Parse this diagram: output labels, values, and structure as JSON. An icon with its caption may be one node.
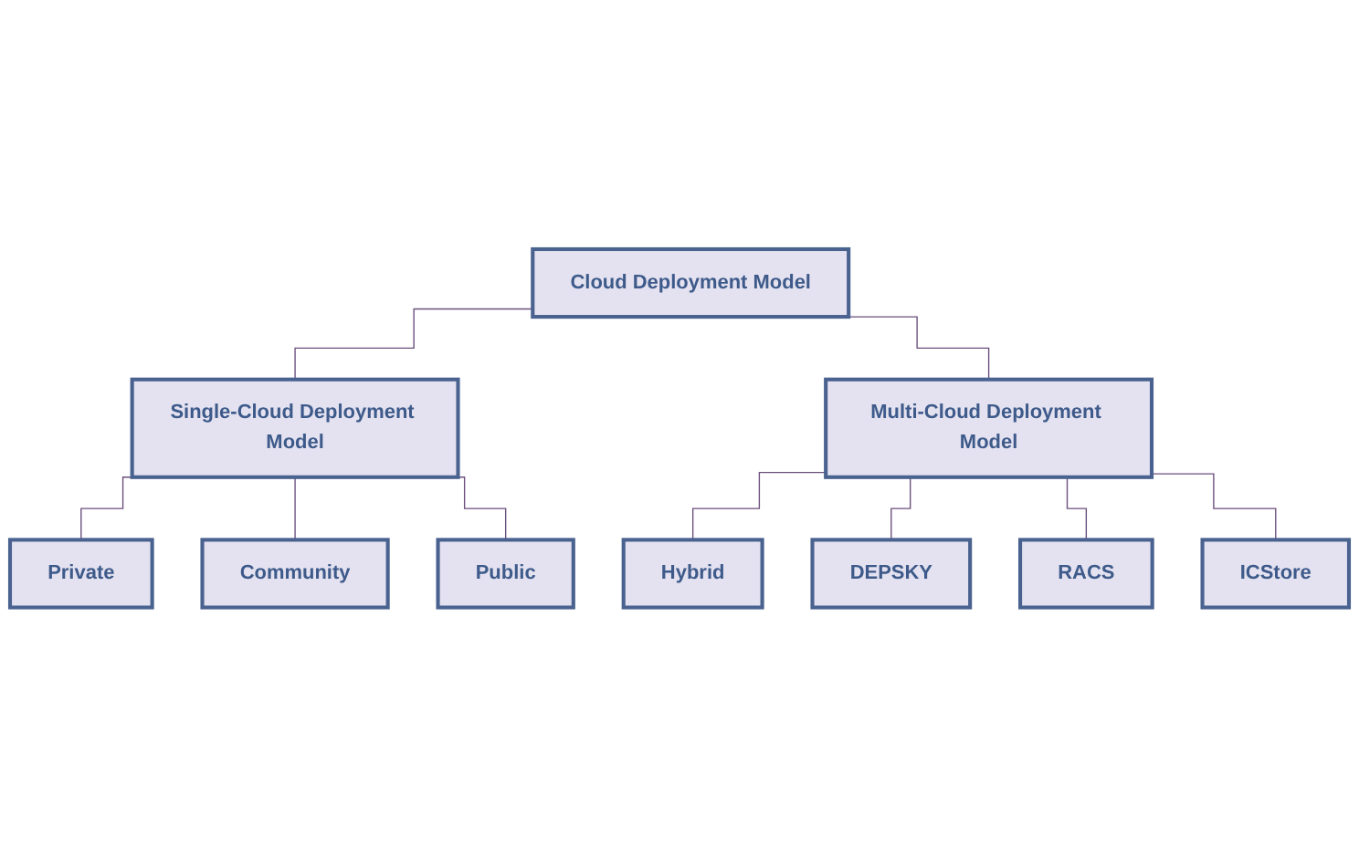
{
  "diagram": {
    "nodes": [
      {
        "text": [
          "Cloud Deployment Model"
        ]
      },
      {
        "text": [
          "Single-Cloud Deployment Model"
        ]
      },
      {
        "text": [
          "Multi-Cloud Deployment Model"
        ]
      },
      {
        "text": [
          "Private"
        ]
      },
      {
        "text": [
          "Community"
        ]
      },
      {
        "text": [
          "Public"
        ]
      },
      {
        "text": [
          "Hybrid"
        ]
      },
      {
        "text": [
          "DEPSKY"
        ]
      },
      {
        "text": [
          "RACS"
        ]
      },
      {
        "text": [
          "ICStore"
        ]
      }
    ],
    "edges": [
      {
        "from": 0,
        "to": 1,
        "arrow": "none"
      },
      {
        "from": 0,
        "to": 2,
        "arrow": "none"
      },
      {
        "from": 1,
        "to": 3,
        "arrow": "none"
      },
      {
        "from": 1,
        "to": 4,
        "arrow": "none"
      },
      {
        "from": 1,
        "to": 5,
        "arrow": "none"
      },
      {
        "from": 2,
        "to": 6,
        "arrow": "none"
      },
      {
        "from": 2,
        "to": 7,
        "arrow": "none"
      },
      {
        "from": 2,
        "to": 8,
        "arrow": "none"
      },
      {
        "from": 2,
        "to": 9,
        "arrow": "none"
      }
    ]
  }
}
